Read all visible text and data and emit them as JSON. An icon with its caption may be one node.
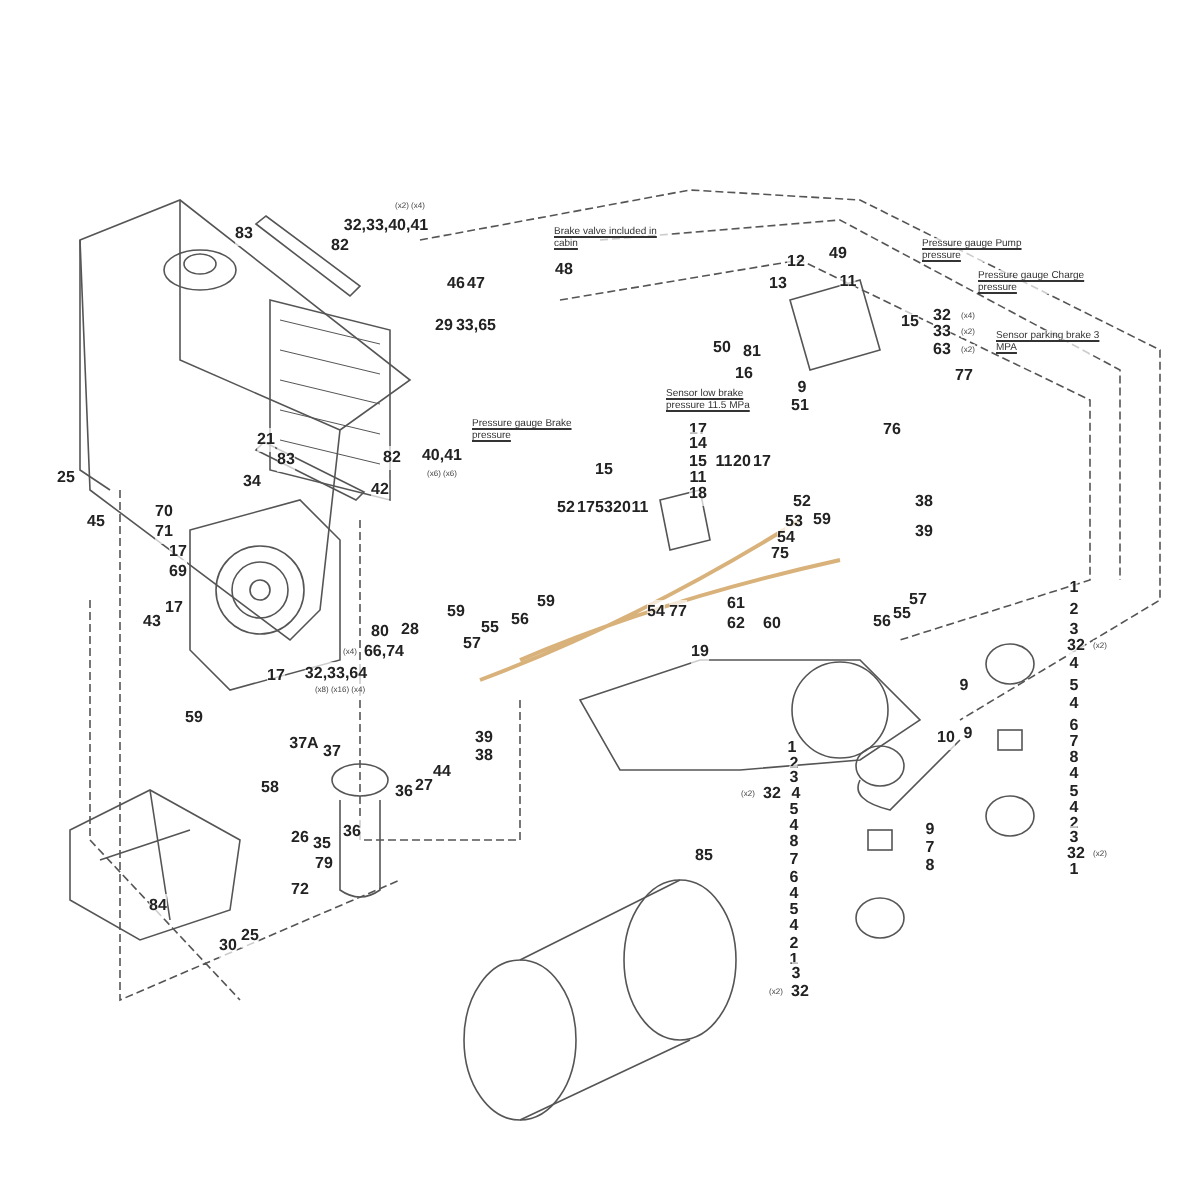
{
  "diagram": {
    "labels": [
      "83",
      "82",
      "(x2) (x4)",
      "32,33,40,41",
      "46",
      "47",
      "48",
      "Brake valve included in cabin",
      "29",
      "33,65",
      "Pressure gauge Brake pressure",
      "82",
      "40,41",
      "(x6) (x6)",
      "21",
      "83",
      "25",
      "34",
      "42",
      "45",
      "70",
      "71",
      "17",
      "69",
      "12",
      "49",
      "Pressure gauge Pump pressure",
      "13",
      "11",
      "Pressure gauge Charge pressure",
      "15",
      "32",
      "33",
      "63",
      "(x4)",
      "(x2)",
      "(x2)",
      "Sensor parking brake 3 MPA",
      "50",
      "81",
      "16",
      "9",
      "77",
      "51",
      "Sensor low brake pressure 11.5 MPa",
      "17",
      "76",
      "14",
      "15",
      "11",
      "18",
      "11",
      "20",
      "17",
      "15",
      "52",
      "17",
      "53",
      "20",
      "11",
      "52",
      "53",
      "59",
      "54",
      "75",
      "38",
      "39",
      "43",
      "17",
      "59",
      "59",
      "55",
      "56",
      "57",
      "80",
      "28",
      "(x4)",
      "66,74",
      "17",
      "32,33,64",
      "(x8) (x16) (x4)",
      "59",
      "37A",
      "37",
      "39",
      "38",
      "44",
      "58",
      "36",
      "27",
      "26",
      "35",
      "36",
      "79",
      "72",
      "84",
      "30",
      "25",
      "54",
      "77",
      "61",
      "62",
      "60",
      "19",
      "56",
      "55",
      "57",
      "85",
      "1",
      "2",
      "3",
      "32",
      "4",
      "5",
      "4",
      "6",
      "7",
      "8",
      "4",
      "5",
      "4",
      "2",
      "3",
      "32",
      "1",
      "9",
      "10",
      "9",
      "1",
      "2",
      "3",
      "32",
      "4",
      "5",
      "4",
      "8",
      "7",
      "6",
      "4",
      "5",
      "4",
      "2",
      "1",
      "3",
      "32",
      "9",
      "7",
      "8",
      "(x2)",
      "(x2)",
      "(x2)",
      "(x2)"
    ]
  }
}
